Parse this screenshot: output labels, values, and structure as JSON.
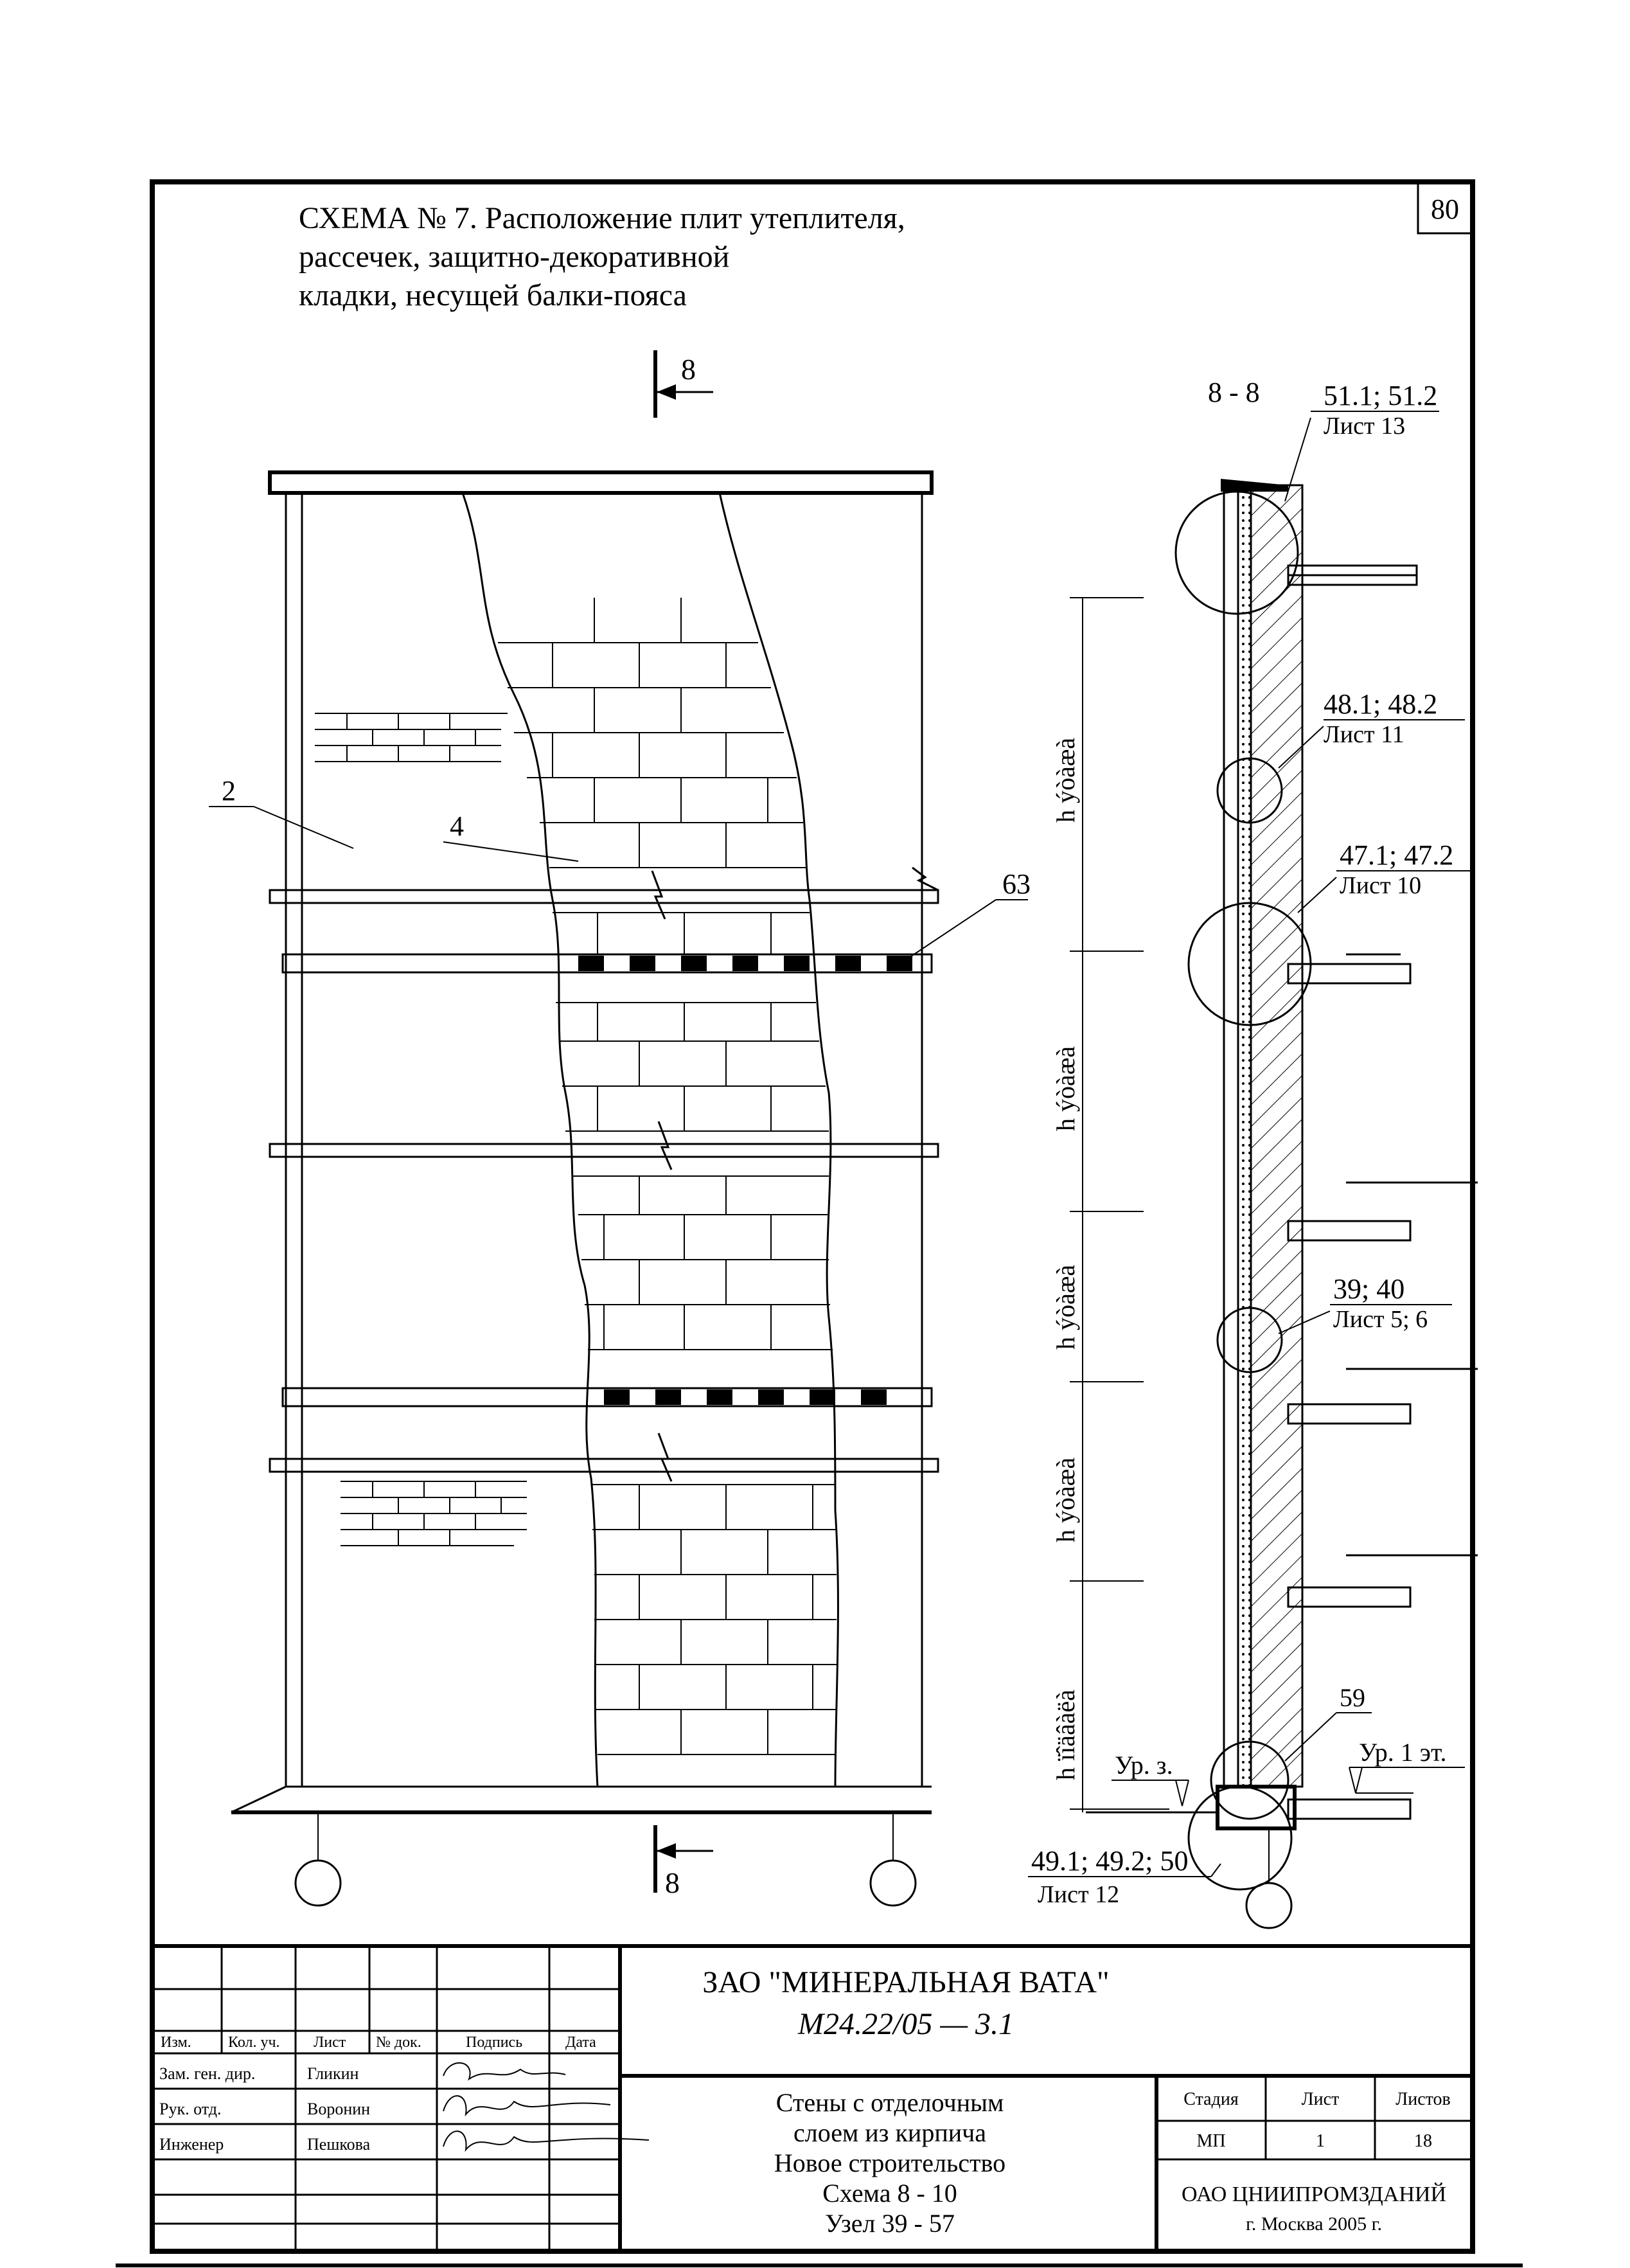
{
  "page_number": "80",
  "title": {
    "line1": "СХЕМА № 7. Расположение плит утеплителя,",
    "line2": "рассечек, защитно-декоративной",
    "line3": "кладки, несущей балки-пояса"
  },
  "section_mark": "8",
  "section_title": "8 - 8",
  "facade_labels": [
    "2",
    "4",
    "63"
  ],
  "node_refs": [
    {
      "nodes": "51.1; 51.2",
      "sheet": "Лист 13"
    },
    {
      "nodes": "48.1; 48.2",
      "sheet": "Лист 11"
    },
    {
      "nodes": "47.1; 47.2",
      "sheet": "Лист 10"
    },
    {
      "nodes": "39; 40",
      "sheet": "Лист 5; 6"
    },
    {
      "nodes": "59",
      "sheet": ""
    },
    {
      "nodes": "49.1; 49.2; 50",
      "sheet": "Лист 12"
    }
  ],
  "levels": {
    "ground": "Ур. з.",
    "floor1": "Ур. 1 эт."
  },
  "dimension_labels": [
    "h ýòàæà",
    "h ýòàæà",
    "h ýòàæà",
    "h ýòàæà",
    "h ïîäâàëà"
  ],
  "title_block": {
    "company": "ЗАО \"МИНЕРАЛЬНАЯ ВАТА\"",
    "code": "М24.22/05  —  3.1",
    "headers": [
      "Изм.",
      "Кол. уч.",
      "Лист",
      "№ док.",
      "Подпись",
      "Дата"
    ],
    "rows": [
      {
        "role": "Зам. ген. дир.",
        "name": "Гликин"
      },
      {
        "role": "Рук. отд.",
        "name": "Воронин"
      },
      {
        "role": "Инженер",
        "name": "Пешкова"
      }
    ],
    "description": [
      "Стены с отделочным",
      "слоем из кирпича",
      "Новое строительство",
      "Схема 8 - 10",
      "Узел 39 - 57"
    ],
    "stage_headers": [
      "Стадия",
      "Лист",
      "Листов"
    ],
    "stage_values": [
      "МП",
      "1",
      "18"
    ],
    "org": [
      "ОАО ЦНИИПРОМЗДАНИЙ",
      "г. Москва 2005 г."
    ]
  }
}
